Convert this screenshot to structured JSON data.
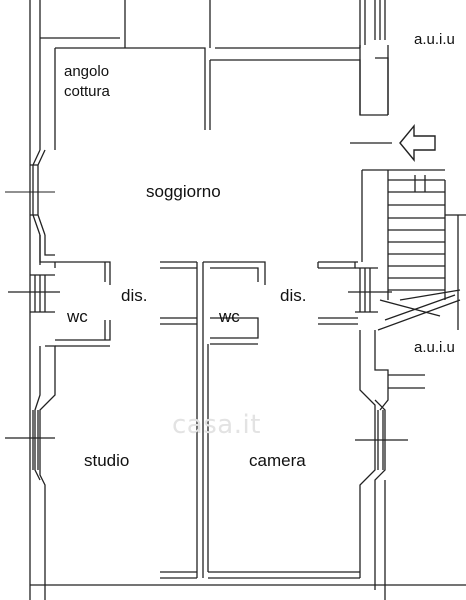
{
  "plan": {
    "rooms": {
      "angolo_cottura": "angolo\ncottura",
      "soggiorno": "soggiorno",
      "wc_left": "wc",
      "dis_left": "dis.",
      "wc_center": "wc",
      "dis_right": "dis.",
      "studio": "studio",
      "camera": "camera"
    },
    "adjacent_units": {
      "top": "a.u.i.u",
      "bottom": "a.u.i.u"
    },
    "watermark": "casa.it"
  },
  "colors": {
    "wall": "#222222",
    "background": "#ffffff",
    "watermark": "#e3e3e3"
  },
  "icons": {
    "entrance": "arrow-left-outline-icon"
  }
}
